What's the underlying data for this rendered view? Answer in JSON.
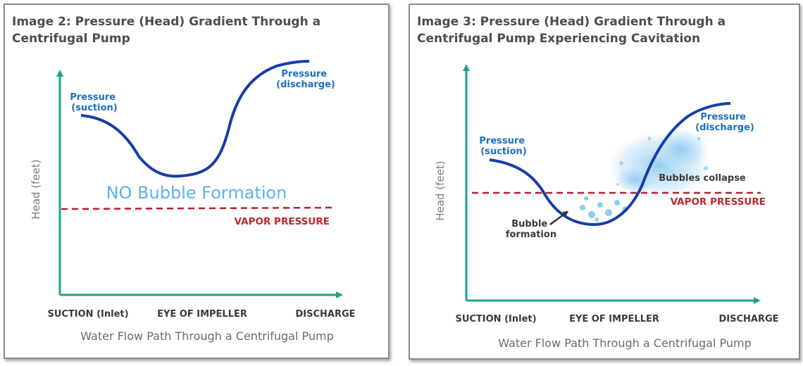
{
  "colors": {
    "axis": "#1aa588",
    "curve": "#163ea8",
    "label_blue": "#1a6fc2",
    "vapor_line": "#b3212b",
    "bubbles": "#6cc3ea",
    "spray": "#a9d6f3"
  },
  "left_panel": {
    "title": "Image 2: Pressure (Head) Gradient Through a\nCentrifugal Pump",
    "suction_label": [
      "Pressure",
      "(suction)"
    ],
    "discharge_label": [
      "Pressure",
      "(discharge)"
    ],
    "y_label": "Head (feet)",
    "center_text": "NO Bubble Formation",
    "vapor_label": "VAPOR PRESSURE",
    "x_ticks": [
      "SUCTION (Inlet)",
      "EYE OF IMPELLER",
      "DISCHARGE"
    ],
    "x_title": "Water Flow Path Through a Centrifugal Pump"
  },
  "right_panel": {
    "title": "Image 3: Pressure (Head) Gradient Through a\nCentrifugal Pump Experiencing Cavitation",
    "suction_label": [
      "Pressure",
      "(suction)"
    ],
    "discharge_label": [
      "Pressure",
      "(discharge)"
    ],
    "y_label": "Head (feet)",
    "collapse_label": "Bubbles collapse",
    "vapor_label": "VAPOR PRESSURE",
    "formation_label": [
      "Bubble",
      "formation"
    ],
    "x_ticks": [
      "SUCTION (Inlet)",
      "EYE OF IMPELLER",
      "DISCHARGE"
    ],
    "x_title": "Water Flow Path Through a Centrifugal Pump"
  }
}
